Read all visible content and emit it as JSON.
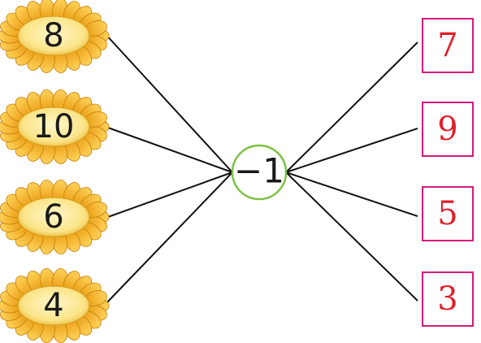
{
  "operator": "−1",
  "inputs": [
    "8",
    "10",
    "6",
    "4"
  ],
  "outputs": [
    "7",
    "9",
    "5",
    "3"
  ],
  "colors": {
    "line": "#111111",
    "circle_stroke": "#7dc243",
    "box_stroke": "#d61a7a",
    "answer_text": "#e0202a",
    "petal": "#f7b21a",
    "petal_dark": "#c77d0a",
    "center": "#fbe79a"
  },
  "icons": {
    "flower": "sunflower-icon"
  }
}
